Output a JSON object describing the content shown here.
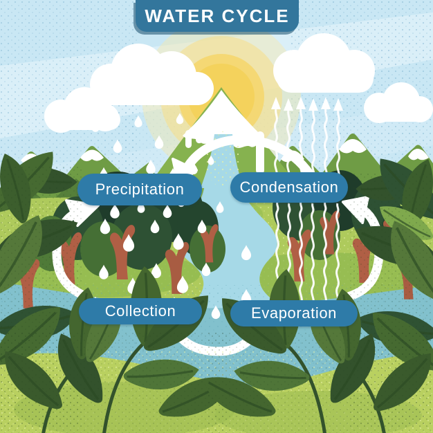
{
  "title": {
    "text": "WATER CYCLE"
  },
  "stages": [
    {
      "id": "precipitation",
      "label": "Precipitation"
    },
    {
      "id": "condensation",
      "label": "Condensation"
    },
    {
      "id": "collection",
      "label": "Collection"
    },
    {
      "id": "evaporation",
      "label": "Evaporation"
    }
  ],
  "arrows": [
    {
      "position": "top",
      "points_to": "Precipitation"
    },
    {
      "position": "left",
      "points_to": "Precipitation"
    },
    {
      "position": "bottom",
      "points_to": "Evaporation"
    },
    {
      "position": "right",
      "points_to": "Condensation"
    }
  ],
  "scene": {
    "elements": [
      "sun",
      "clouds",
      "rain-drops",
      "snow-capped-mountains",
      "river",
      "lake",
      "trees",
      "evaporation-streams",
      "cycle-arrows",
      "foreground-leaves",
      "grass-field"
    ]
  },
  "colors": {
    "banner_blue": "#33769c",
    "label_blue": "#2e7ba8",
    "sky_blue": "#c9e7f4",
    "sun_yellow": "#f4d25c",
    "cloud_white": "#ffffff",
    "mountain_green": "#86b24f",
    "field_green": "#aeca5c",
    "river_blue": "#a6d9e7",
    "water_teal": "#82c1cd",
    "tree_trunk_red": "#b05f45",
    "canopy_dark": "#1f3c2b",
    "leaf_green": "#44662f",
    "grass_front": "#b9d060",
    "arrow_white": "#ffffff"
  }
}
